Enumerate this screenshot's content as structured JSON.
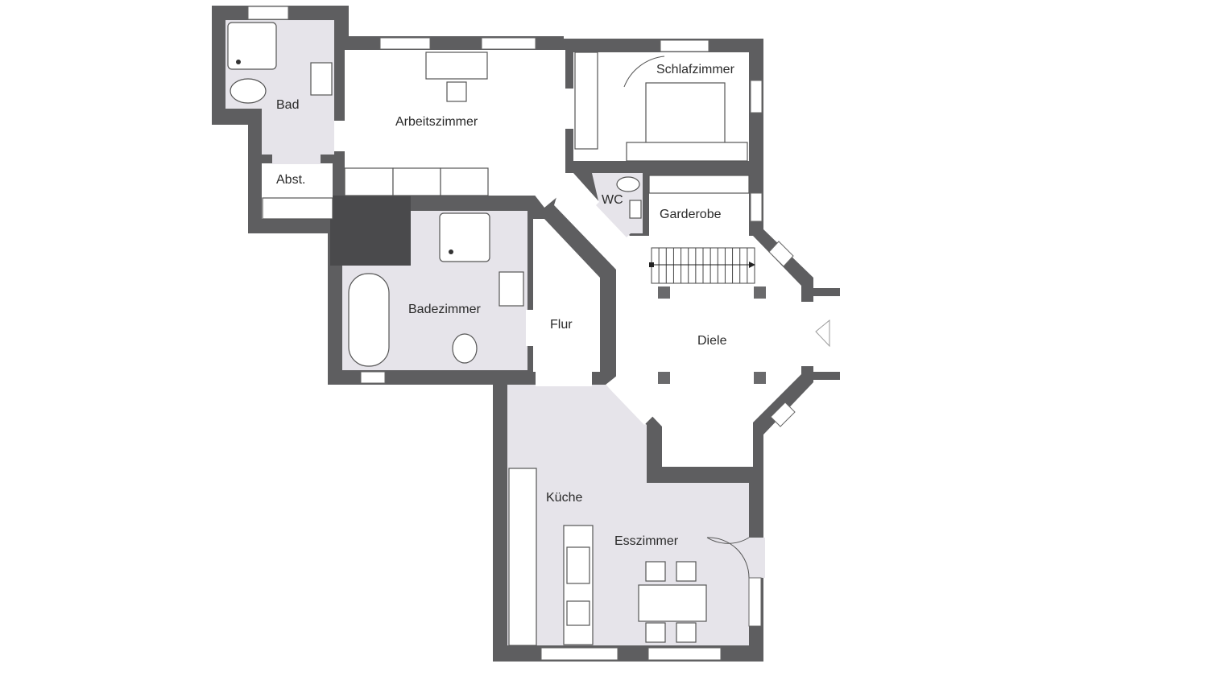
{
  "plan": {
    "rooms": {
      "bad": "Bad",
      "abst": "Abst.",
      "arbeitszimmer": "Arbeitszimmer",
      "schlafzimmer": "Schlafzimmer",
      "wc": "WC",
      "garderobe": "Garderobe",
      "badezimmer": "Badezimmer",
      "flur": "Flur",
      "diele": "Diele",
      "kueche": "Küche",
      "esszimmer": "Esszimmer"
    },
    "colors": {
      "wall": "#5e5e60",
      "wet_floor": "#e6e4ea",
      "dry_floor": "#ffffff"
    }
  }
}
